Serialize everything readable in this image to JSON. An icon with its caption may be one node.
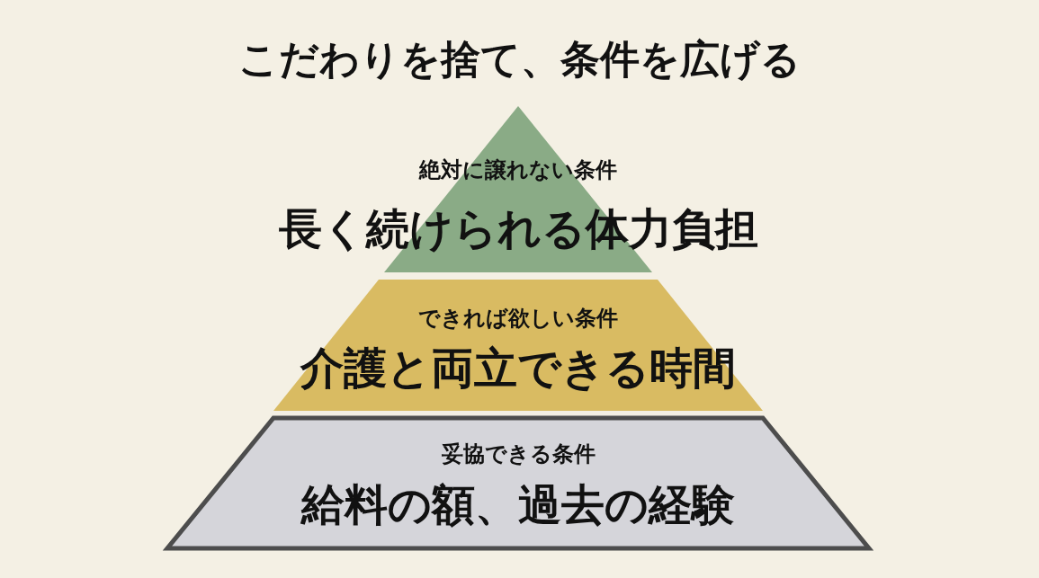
{
  "diagram": {
    "title": "こだわりを捨て、条件を広げる",
    "nodes": [
      {
        "text": [
          "絶対に譲れない条件",
          "長く続けられる体力負担"
        ]
      },
      {
        "text": [
          "できれば欲しい条件",
          "介護と両立できる時間"
        ]
      },
      {
        "text": [
          "妥協できる条件",
          "給料の額、過去の経験"
        ]
      }
    ]
  }
}
